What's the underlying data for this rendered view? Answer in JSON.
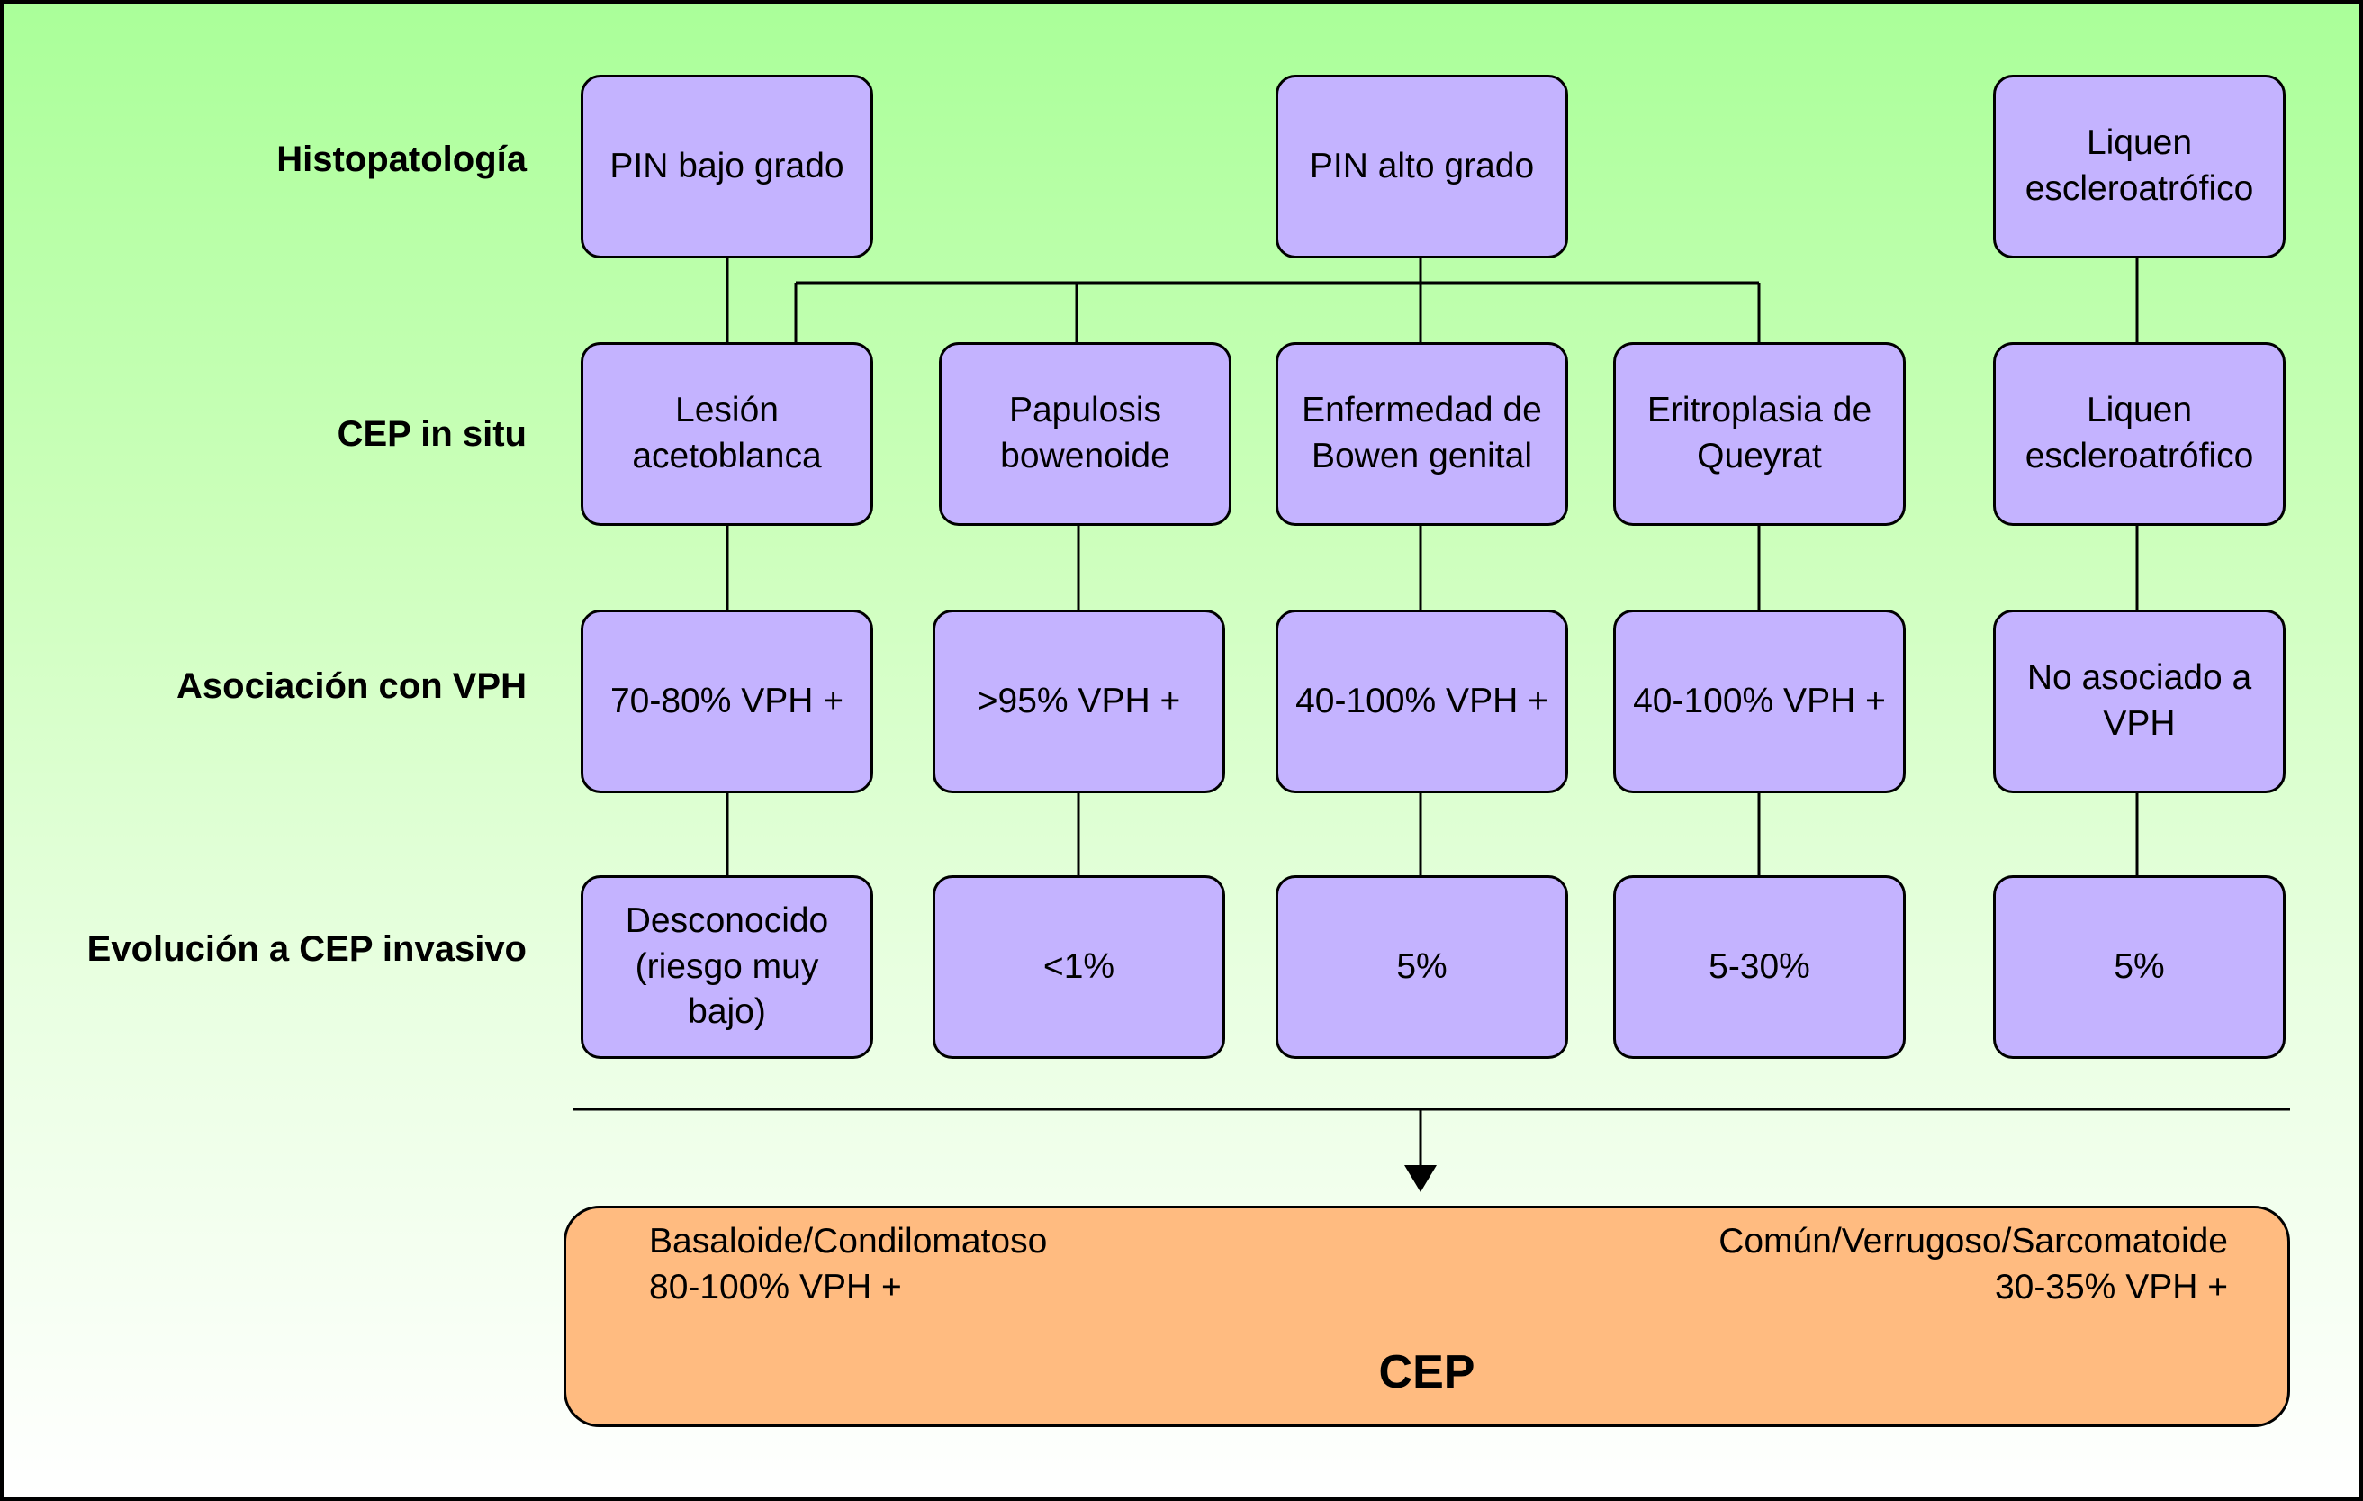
{
  "row_labels": {
    "histopatologia": "Histopatología",
    "cep_in_situ": "CEP in situ",
    "asociacion_vph": "Asociación con VPH",
    "evolucion": "Evolución a CEP invasivo"
  },
  "histopatologia": {
    "pin_bajo": [
      "PIN bajo grado"
    ],
    "pin_alto": [
      "PIN alto grado"
    ],
    "liquen": [
      "Liquen",
      "escleroatrófico"
    ]
  },
  "cep_in_situ": [
    [
      "Lesión",
      "acetoblanca"
    ],
    [
      "Papulosis",
      "bowenoide"
    ],
    [
      "Enfermedad de",
      "Bowen genital"
    ],
    [
      "Eritroplasia de",
      "Queyrat"
    ],
    [
      "Liquen",
      "escleroatrófico"
    ]
  ],
  "asociacion_vph": [
    [
      "70-80% VPH +"
    ],
    [
      ">95% VPH +"
    ],
    [
      "40-100% VPH +"
    ],
    [
      "40-100% VPH +"
    ],
    [
      "No asociado a",
      "VPH"
    ]
  ],
  "evolucion": [
    [
      "Desconocido",
      "(riesgo muy",
      "bajo)"
    ],
    [
      "<1%"
    ],
    [
      "5%"
    ],
    [
      "5-30%"
    ],
    [
      "5%"
    ]
  ],
  "cep": {
    "left_line1": "Basaloide/Condilomatoso",
    "left_line2": "80-100% VPH +",
    "right_line1": "Común/Verrugoso/Sarcomatoide",
    "right_line2": "30-35% VPH +",
    "title": "CEP"
  },
  "colors": {
    "box_fill": "#c4b3ff",
    "cep_fill": "#ffbb80",
    "background_top": "#aaff99",
    "background_bottom": "#ffffff"
  }
}
